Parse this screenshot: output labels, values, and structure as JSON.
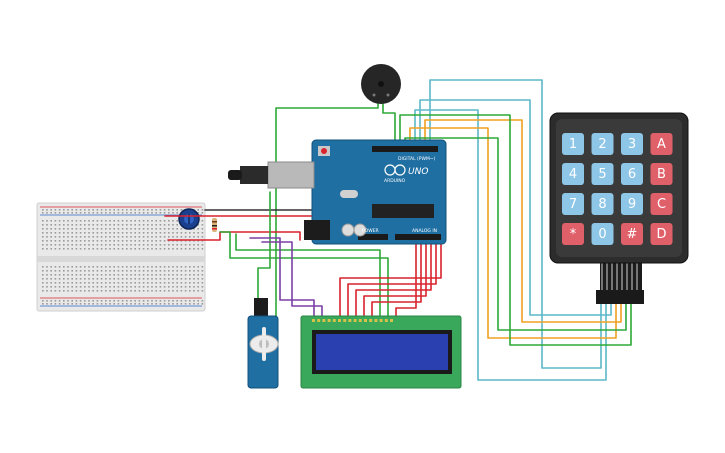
{
  "board": {
    "model_label": "UNO",
    "brand_label": "ARDUINO",
    "digital_label": "DIGITAL (PWM~)",
    "power_label": "POWER",
    "analog_label": "ANALOG IN"
  },
  "keypad": {
    "keys": [
      {
        "label": "1",
        "color": "#8ec6e8"
      },
      {
        "label": "2",
        "color": "#8ec6e8"
      },
      {
        "label": "3",
        "color": "#8ec6e8"
      },
      {
        "label": "A",
        "color": "#e0606a"
      },
      {
        "label": "4",
        "color": "#8ec6e8"
      },
      {
        "label": "5",
        "color": "#8ec6e8"
      },
      {
        "label": "6",
        "color": "#8ec6e8"
      },
      {
        "label": "B",
        "color": "#e0606a"
      },
      {
        "label": "7",
        "color": "#8ec6e8"
      },
      {
        "label": "8",
        "color": "#8ec6e8"
      },
      {
        "label": "9",
        "color": "#8ec6e8"
      },
      {
        "label": "C",
        "color": "#e0606a"
      },
      {
        "label": "*",
        "color": "#e0606a"
      },
      {
        "label": "0",
        "color": "#8ec6e8"
      },
      {
        "label": "#",
        "color": "#e0606a"
      },
      {
        "label": "D",
        "color": "#e0606a"
      }
    ]
  },
  "colors": {
    "board_blue": "#1f6fa3",
    "lcd_green": "#3aa85a",
    "lcd_screen": "#2a3fb0",
    "keypad_body": "#2c2c2c",
    "breadboard": "#e6e6e6",
    "wire_red": "#d9232d",
    "wire_green": "#2ea836",
    "wire_purple": "#7b3fa5",
    "wire_orange": "#f0a020",
    "wire_teal": "#5bb8c9"
  }
}
